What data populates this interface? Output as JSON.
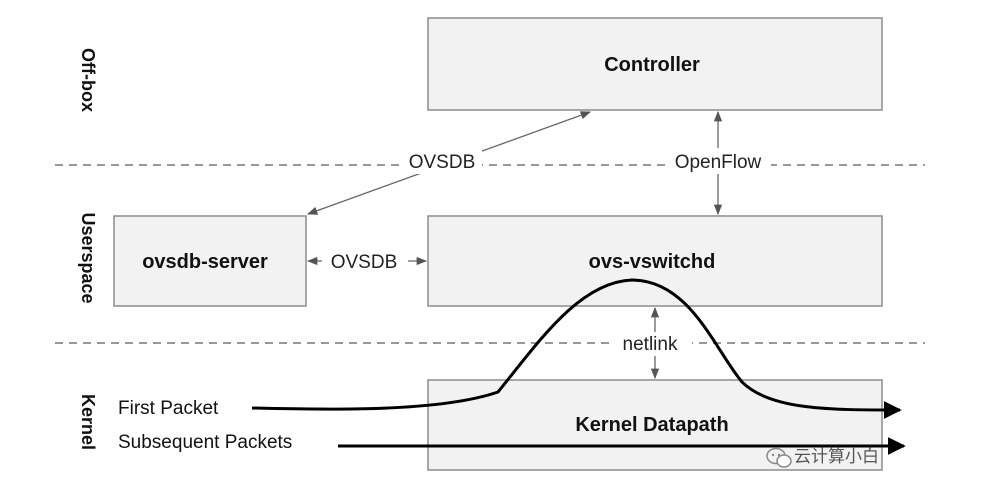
{
  "layers": {
    "offbox": "Off-box",
    "userspace": "Userspace",
    "kernel": "Kernel"
  },
  "nodes": {
    "controller": "Controller",
    "ovsdb_server": "ovsdb-server",
    "ovs_vswitchd": "ovs-vswitchd",
    "kernel_datapath": "Kernel Datapath"
  },
  "edges": {
    "ovsdb_controller": "OVSDB",
    "openflow": "OpenFlow",
    "ovsdb_local": "OVSDB",
    "netlink": "netlink"
  },
  "packets": {
    "first": "First Packet",
    "subsequent": "Subsequent Packets"
  },
  "watermark": "云计算小白",
  "colors": {
    "box_fill": "#f2f2f2",
    "box_stroke": "#8c8c8c",
    "arrow": "#666666",
    "packet_line": "#000000"
  }
}
